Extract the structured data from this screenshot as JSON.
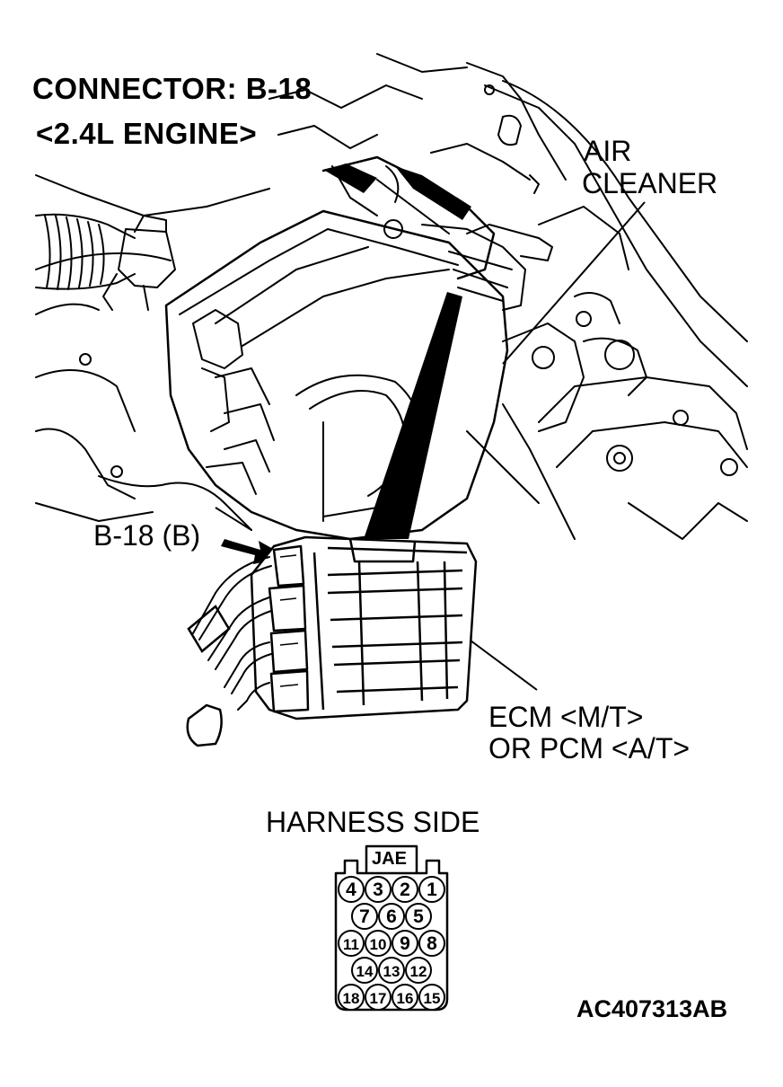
{
  "header": {
    "connector": "CONNECTOR: B-18",
    "engine": "<2.4L ENGINE>"
  },
  "callouts": {
    "air_cleaner_line1": "AIR",
    "air_cleaner_line2": "CLEANER",
    "connector_ref": "B-18 (B)",
    "ecm_line1": "ECM <M/T>",
    "ecm_line2": "OR PCM <A/T>"
  },
  "harness": {
    "title": "HARNESS SIDE",
    "key_label": "JAE",
    "pin_rows": [
      [
        "4",
        "3",
        "2",
        "1"
      ],
      [
        "7",
        "6",
        "5"
      ],
      [
        "11",
        "10",
        "9",
        "8"
      ],
      [
        "14",
        "13",
        "12"
      ],
      [
        "18",
        "17",
        "16",
        "15"
      ]
    ]
  },
  "figure_code": "AC407313AB",
  "colors": {
    "ink": "#000000",
    "paper": "#ffffff"
  }
}
